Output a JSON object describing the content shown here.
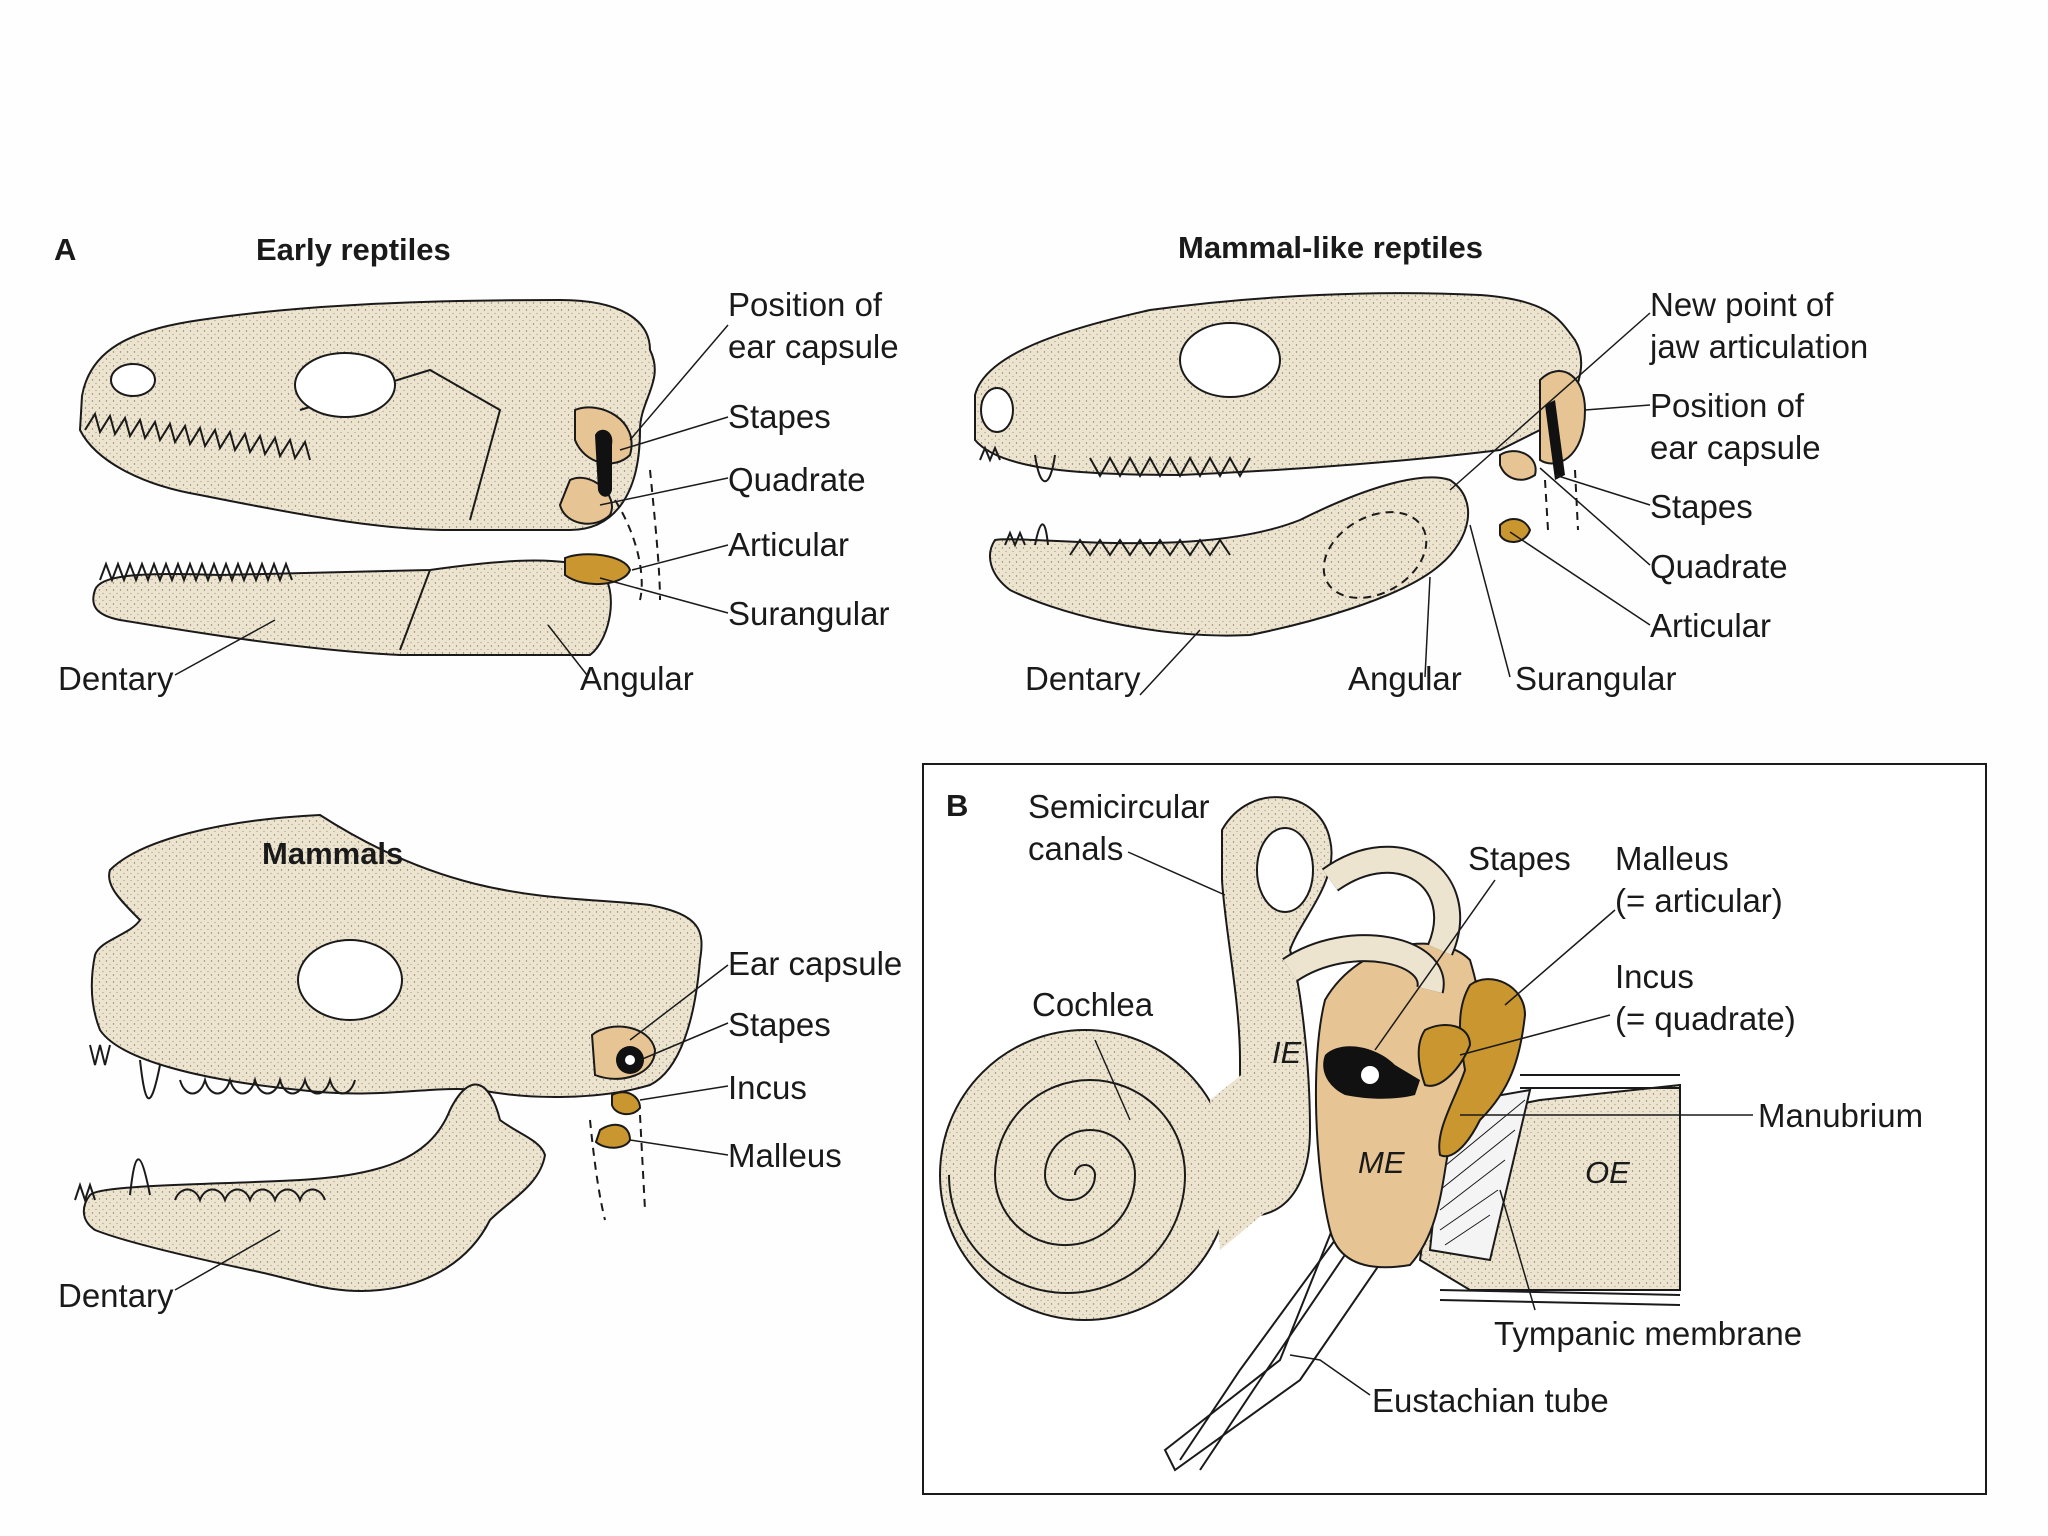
{
  "panel_a": {
    "letter": "A",
    "early": {
      "title": "Early reptiles",
      "labels": {
        "ear_capsule_1": "Position of",
        "ear_capsule_2": "ear capsule",
        "stapes": "Stapes",
        "quadrate": "Quadrate",
        "articular": "Articular",
        "surangular": "Surangular",
        "dentary": "Dentary",
        "angular": "Angular"
      }
    },
    "mammal_like": {
      "title": "Mammal-like reptiles",
      "labels": {
        "new_point_1": "New point of",
        "new_point_2": "jaw articulation",
        "ear_capsule_1": "Position of",
        "ear_capsule_2": "ear capsule",
        "stapes": "Stapes",
        "quadrate": "Quadrate",
        "articular": "Articular",
        "dentary": "Dentary",
        "angular": "Angular",
        "surangular": "Surangular"
      }
    },
    "mammals": {
      "title": "Mammals",
      "labels": {
        "ear_capsule": "Ear capsule",
        "stapes": "Stapes",
        "incus": "Incus",
        "malleus": "Malleus",
        "dentary": "Dentary"
      }
    }
  },
  "panel_b": {
    "letter": "B",
    "labels": {
      "semicircular_1": "Semicircular",
      "semicircular_2": "canals",
      "stapes": "Stapes",
      "malleus_1": "Malleus",
      "malleus_2": "(= articular)",
      "incus_1": "Incus",
      "incus_2": "(= quadrate)",
      "cochlea": "Cochlea",
      "manubrium": "Manubrium",
      "ie": "IE",
      "me": "ME",
      "oe": "OE",
      "tympanic": "Tympanic membrane",
      "eustachian": "Eustachian tube"
    }
  },
  "colors": {
    "bone": "#ede4d0",
    "capsule": "#e7c494",
    "ossicle": "#c9962f",
    "ink": "#1a1a1a"
  }
}
